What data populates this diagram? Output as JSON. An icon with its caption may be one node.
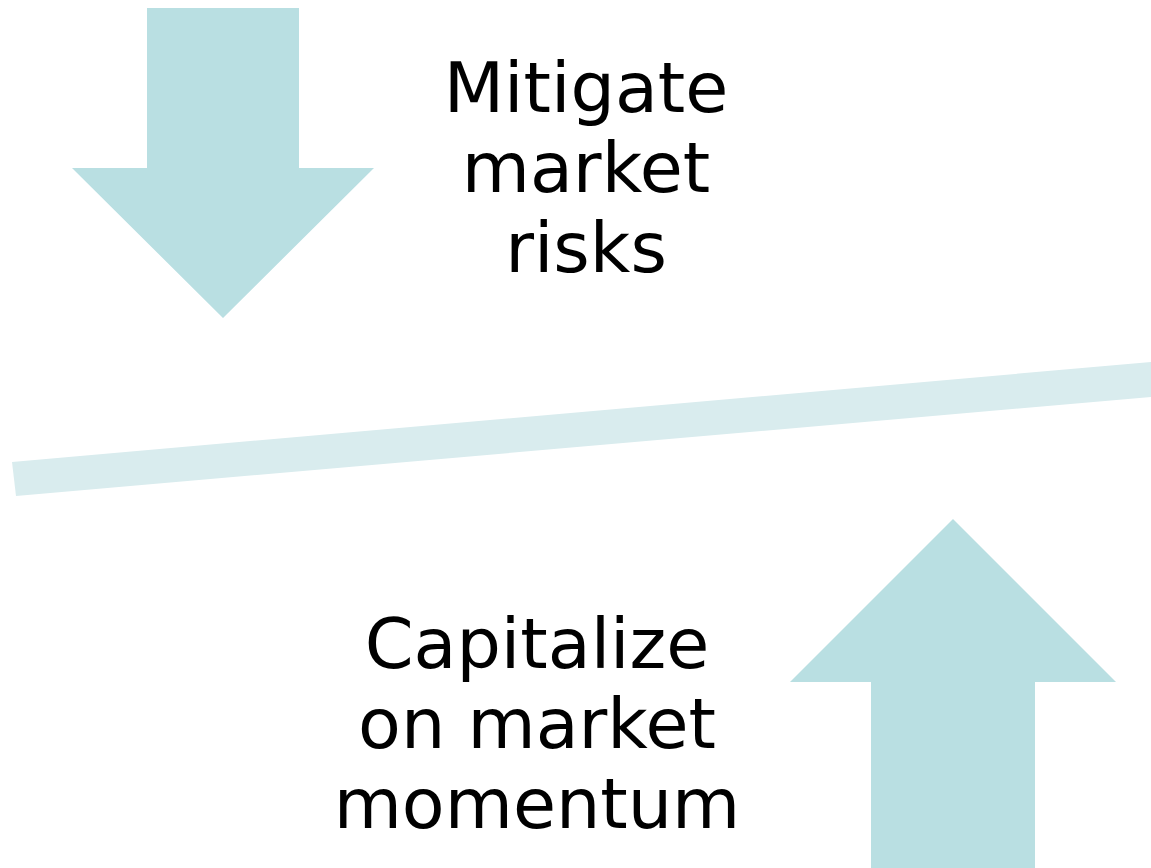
{
  "diagram": {
    "nodes": [
      {
        "text": [],
        "shape": "bar"
      }
    ],
    "labels": [
      "Mitigate market risks",
      "Capitalize on market momentum"
    ]
  }
}
